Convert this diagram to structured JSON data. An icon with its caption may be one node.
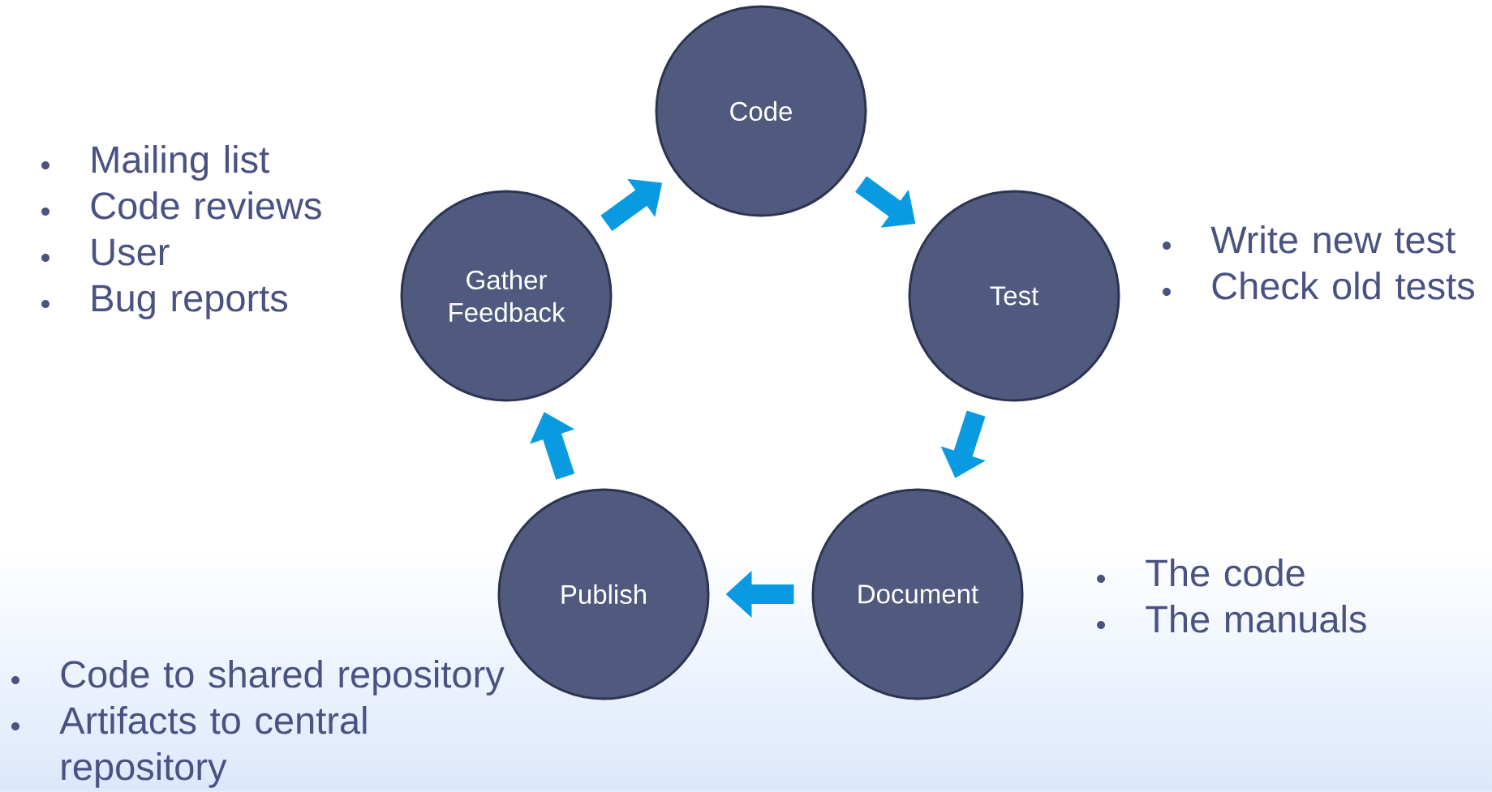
{
  "diagram": {
    "nodes": [
      {
        "text": [
          "Code"
        ]
      },
      {
        "text": [
          "Test"
        ],
        "beside": [
          "Write new test",
          "Check old tests"
        ]
      },
      {
        "text": [
          "Document"
        ],
        "beside": [
          "The code",
          "The manuals"
        ]
      },
      {
        "text": [
          "Publish"
        ],
        "beside": [
          "Code to shared repository",
          "Artifacts to central repository"
        ]
      },
      {
        "text": [
          "Gather Feedback"
        ],
        "beside": [
          "Mailing list",
          "Code reviews",
          "User",
          "Bug reports"
        ]
      }
    ],
    "edges": [
      {
        "from": 0,
        "to": 1,
        "arrow": "to"
      },
      {
        "from": 1,
        "to": 2,
        "arrow": "to"
      },
      {
        "from": 2,
        "to": 3,
        "arrow": "to"
      },
      {
        "from": 3,
        "to": 4,
        "arrow": "to"
      },
      {
        "from": 4,
        "to": 0,
        "arrow": "to"
      }
    ]
  }
}
